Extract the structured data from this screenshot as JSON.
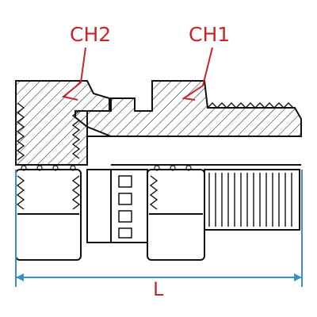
{
  "labels": {
    "ch2": "CH2",
    "ch1": "CH1",
    "length": "L"
  },
  "colors": {
    "annotation": "#c8242c",
    "dimension": "#3b8fc7",
    "outline": "#111111",
    "background": "#ffffff"
  }
}
